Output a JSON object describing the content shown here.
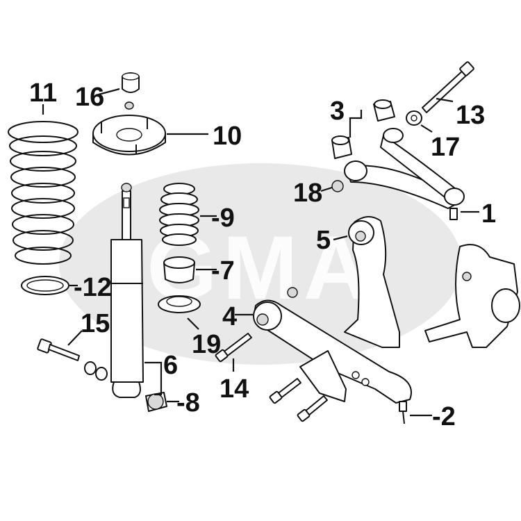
{
  "watermark": {
    "text": "GMA",
    "color": "#e6e6e6"
  },
  "callouts": [
    {
      "id": "1",
      "label": "1"
    },
    {
      "id": "2",
      "label": "-2"
    },
    {
      "id": "3",
      "label": "3"
    },
    {
      "id": "4",
      "label": "4"
    },
    {
      "id": "5",
      "label": "5"
    },
    {
      "id": "6",
      "label": "6"
    },
    {
      "id": "7",
      "label": "-7"
    },
    {
      "id": "8",
      "label": "-8"
    },
    {
      "id": "9",
      "label": "-9"
    },
    {
      "id": "10",
      "label": "10"
    },
    {
      "id": "11",
      "label": "11"
    },
    {
      "id": "12",
      "label": "-12"
    },
    {
      "id": "13",
      "label": "13"
    },
    {
      "id": "14",
      "label": "14"
    },
    {
      "id": "15",
      "label": "15"
    },
    {
      "id": "16",
      "label": "16"
    },
    {
      "id": "17",
      "label": "17"
    },
    {
      "id": "18",
      "label": "18"
    },
    {
      "id": "19",
      "label": "19"
    }
  ]
}
